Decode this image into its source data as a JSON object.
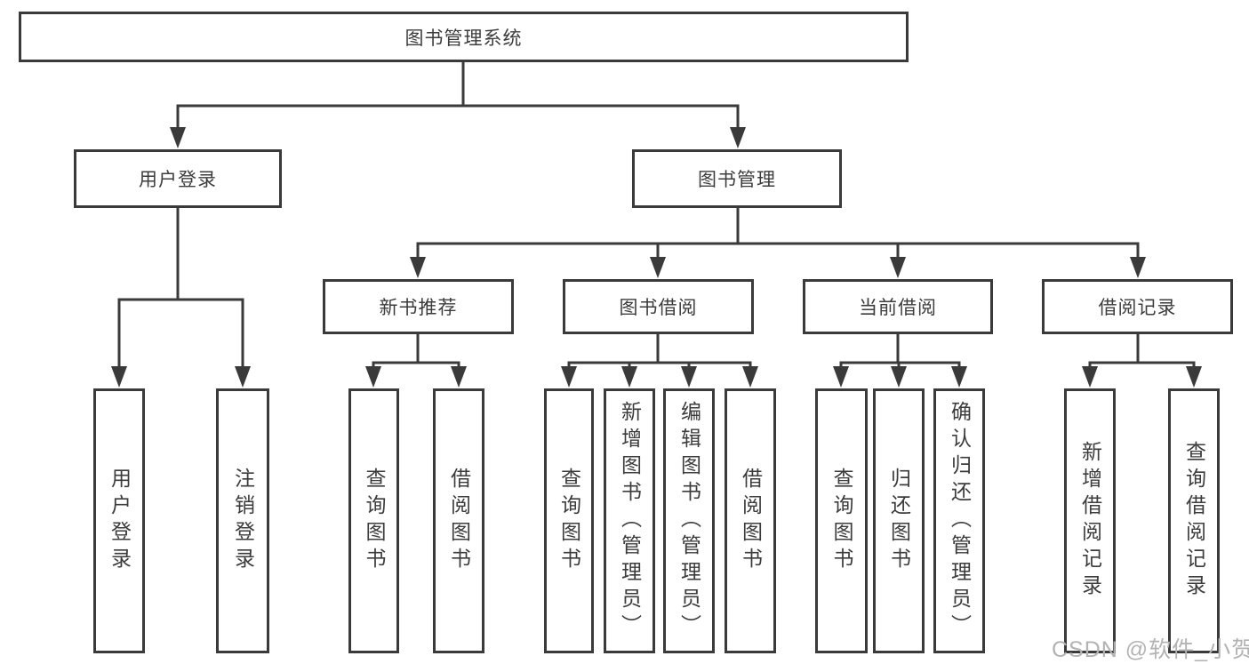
{
  "diagram": {
    "title": "图书管理系统",
    "watermark": "CSDN @软件_小贺同学",
    "colors": {
      "line": "#3a3a3a",
      "box_border": "#3a3a3a",
      "text": "#3c3c3c",
      "watermark": "#b3b3b3",
      "background": "#ffffff"
    },
    "nodes": {
      "root": "图书管理系统",
      "user_login": "用户登录",
      "book_mgmt": "图书管理",
      "new_book_rec": "新书推荐",
      "book_borrow": "图书借阅",
      "current_borrow": "当前借阅",
      "borrow_record": "借阅记录",
      "leaf_user_login": "用户登录",
      "leaf_logout": "注销登录",
      "leaf_query_book_1": "查询图书",
      "leaf_borrow_book_1": "借阅图书",
      "leaf_query_book_2": "查询图书",
      "leaf_add_book": "新增图书（管理员）",
      "leaf_edit_book": "编辑图书（管理员）",
      "leaf_borrow_book_2": "借阅图书",
      "leaf_query_book_3": "查询图书",
      "leaf_return_book": "归还图书",
      "leaf_confirm_return": "确认归还（管理员）",
      "leaf_add_borrow_record": "新增借阅记录",
      "leaf_query_borrow_record": "查询借阅记录"
    },
    "hierarchy": {
      "图书管理系统": {
        "用户登录": [
          "用户登录",
          "注销登录"
        ],
        "图书管理": {
          "新书推荐": [
            "查询图书",
            "借阅图书"
          ],
          "图书借阅": [
            "查询图书",
            "新增图书（管理员）",
            "编辑图书（管理员）",
            "借阅图书"
          ],
          "当前借阅": [
            "查询图书",
            "归还图书",
            "确认归还（管理员）"
          ],
          "借阅记录": [
            "新增借阅记录",
            "查询借阅记录"
          ]
        }
      }
    }
  }
}
